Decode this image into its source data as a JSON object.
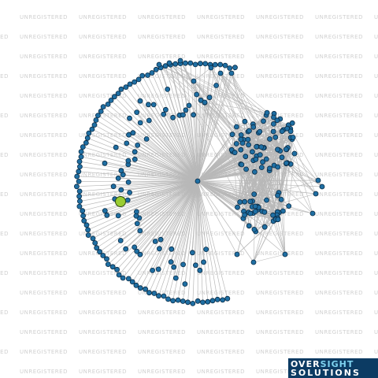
{
  "watermark": {
    "text": "UNREGISTERED"
  },
  "logo": {
    "line1a": "OVER",
    "line1b": "SIGHT",
    "line2": "SOLUTIONS"
  },
  "graph": {
    "hub_color": "#1f6fa3",
    "highlight_color": "#9acd32",
    "edge_color": "#b8b8b8",
    "node_stroke": "#0a2b45"
  }
}
